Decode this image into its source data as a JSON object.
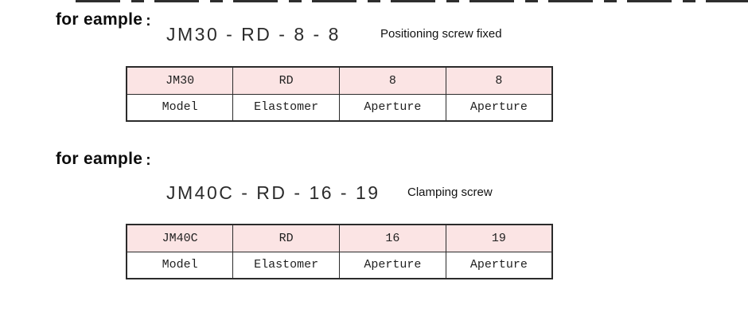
{
  "colors": {
    "table_header_bg": "#fbe4e4",
    "table_border": "#2b2b2b",
    "text": "#1a1a1a"
  },
  "examples": [
    {
      "label": "for eample",
      "colon": ":",
      "model_code": "JM30 - RD - 8 - 8",
      "note": "Positioning screw fixed",
      "table": {
        "header": [
          "JM30",
          "RD",
          "8",
          "8"
        ],
        "row": [
          "Model",
          "Elastomer",
          "Aperture",
          "Aperture"
        ]
      }
    },
    {
      "label": "for eample",
      "colon": ":",
      "model_code": "JM40C - RD - 16 - 19",
      "note": "Clamping screw",
      "table": {
        "header": [
          "JM40C",
          "RD",
          "16",
          "19"
        ],
        "row": [
          "Model",
          "Elastomer",
          "Aperture",
          "Aperture"
        ]
      }
    }
  ]
}
